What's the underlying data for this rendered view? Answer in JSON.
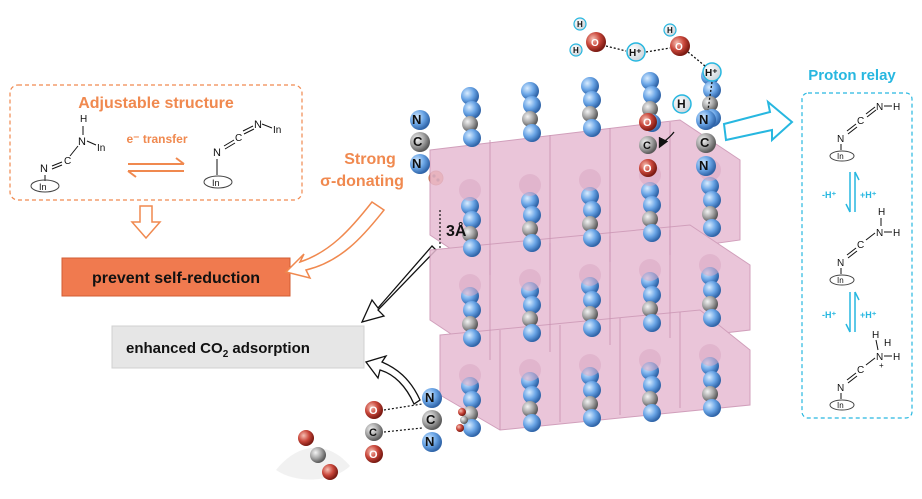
{
  "left_panel": {
    "title": "Adjustable structure",
    "transfer_label": "e⁻ transfer",
    "structure_left": {
      "atom_N_top": "N",
      "atom_H": "H",
      "atom_In_right": "In",
      "atom_N_bottom": "N",
      "atom_C": "C",
      "atom_In_ring": "In"
    },
    "structure_right": {
      "atom_N_top": "N",
      "atom_In_right": "In",
      "atom_N_bottom": "N",
      "atom_C": "C",
      "atom_In_ring": "In"
    }
  },
  "sigma_label": {
    "line1": "Strong",
    "line2": "σ-donating"
  },
  "prevent_box": {
    "label": "prevent self-reduction",
    "color": "#f07a4f"
  },
  "co2_box": {
    "label_prefix": "enhanced CO",
    "label_sub": "2",
    "label_suffix": " adsorption"
  },
  "distance_label": "3Å",
  "water_cluster": {
    "h_plus_1": "H⁺",
    "h_plus_2": "H⁺",
    "atom_H": "H",
    "atom_O": "O"
  },
  "framework_atoms": {
    "ncn_top": [
      "N",
      "C",
      "N"
    ],
    "ncn_right": [
      "N",
      "C",
      "N"
    ],
    "ncn_bottom": [
      "N",
      "C",
      "N"
    ],
    "co2_top": [
      "O",
      "C",
      "O"
    ],
    "co2_bottom": [
      "O",
      "C",
      "O"
    ],
    "nh": [
      "H",
      "N"
    ]
  },
  "proton_relay": {
    "title": "Proton relay",
    "step1": {
      "N1": "N",
      "C": "C",
      "N2": "N",
      "H": "H",
      "In": "In"
    },
    "arrow1": {
      "minus": "-H⁺",
      "plus": "+H⁺"
    },
    "step2": {
      "N1": "N",
      "C": "C",
      "N2": "N",
      "H": "H",
      "H2": "H",
      "In": "In"
    },
    "arrow2": {
      "minus": "-H⁺",
      "plus": "+H⁺"
    },
    "step3": {
      "N1": "N",
      "C": "C",
      "N2": "N",
      "H": "H",
      "H2": "H",
      "H3": "H",
      "charge": "+",
      "In": "In"
    }
  },
  "colors": {
    "orange": "#f0894f",
    "cyan": "#27b7e0",
    "nitrogen": "#5b9be0",
    "carbon": "#9a9a9a",
    "oxygen": "#c0392b",
    "polyhedra": "#e3b8d0"
  }
}
